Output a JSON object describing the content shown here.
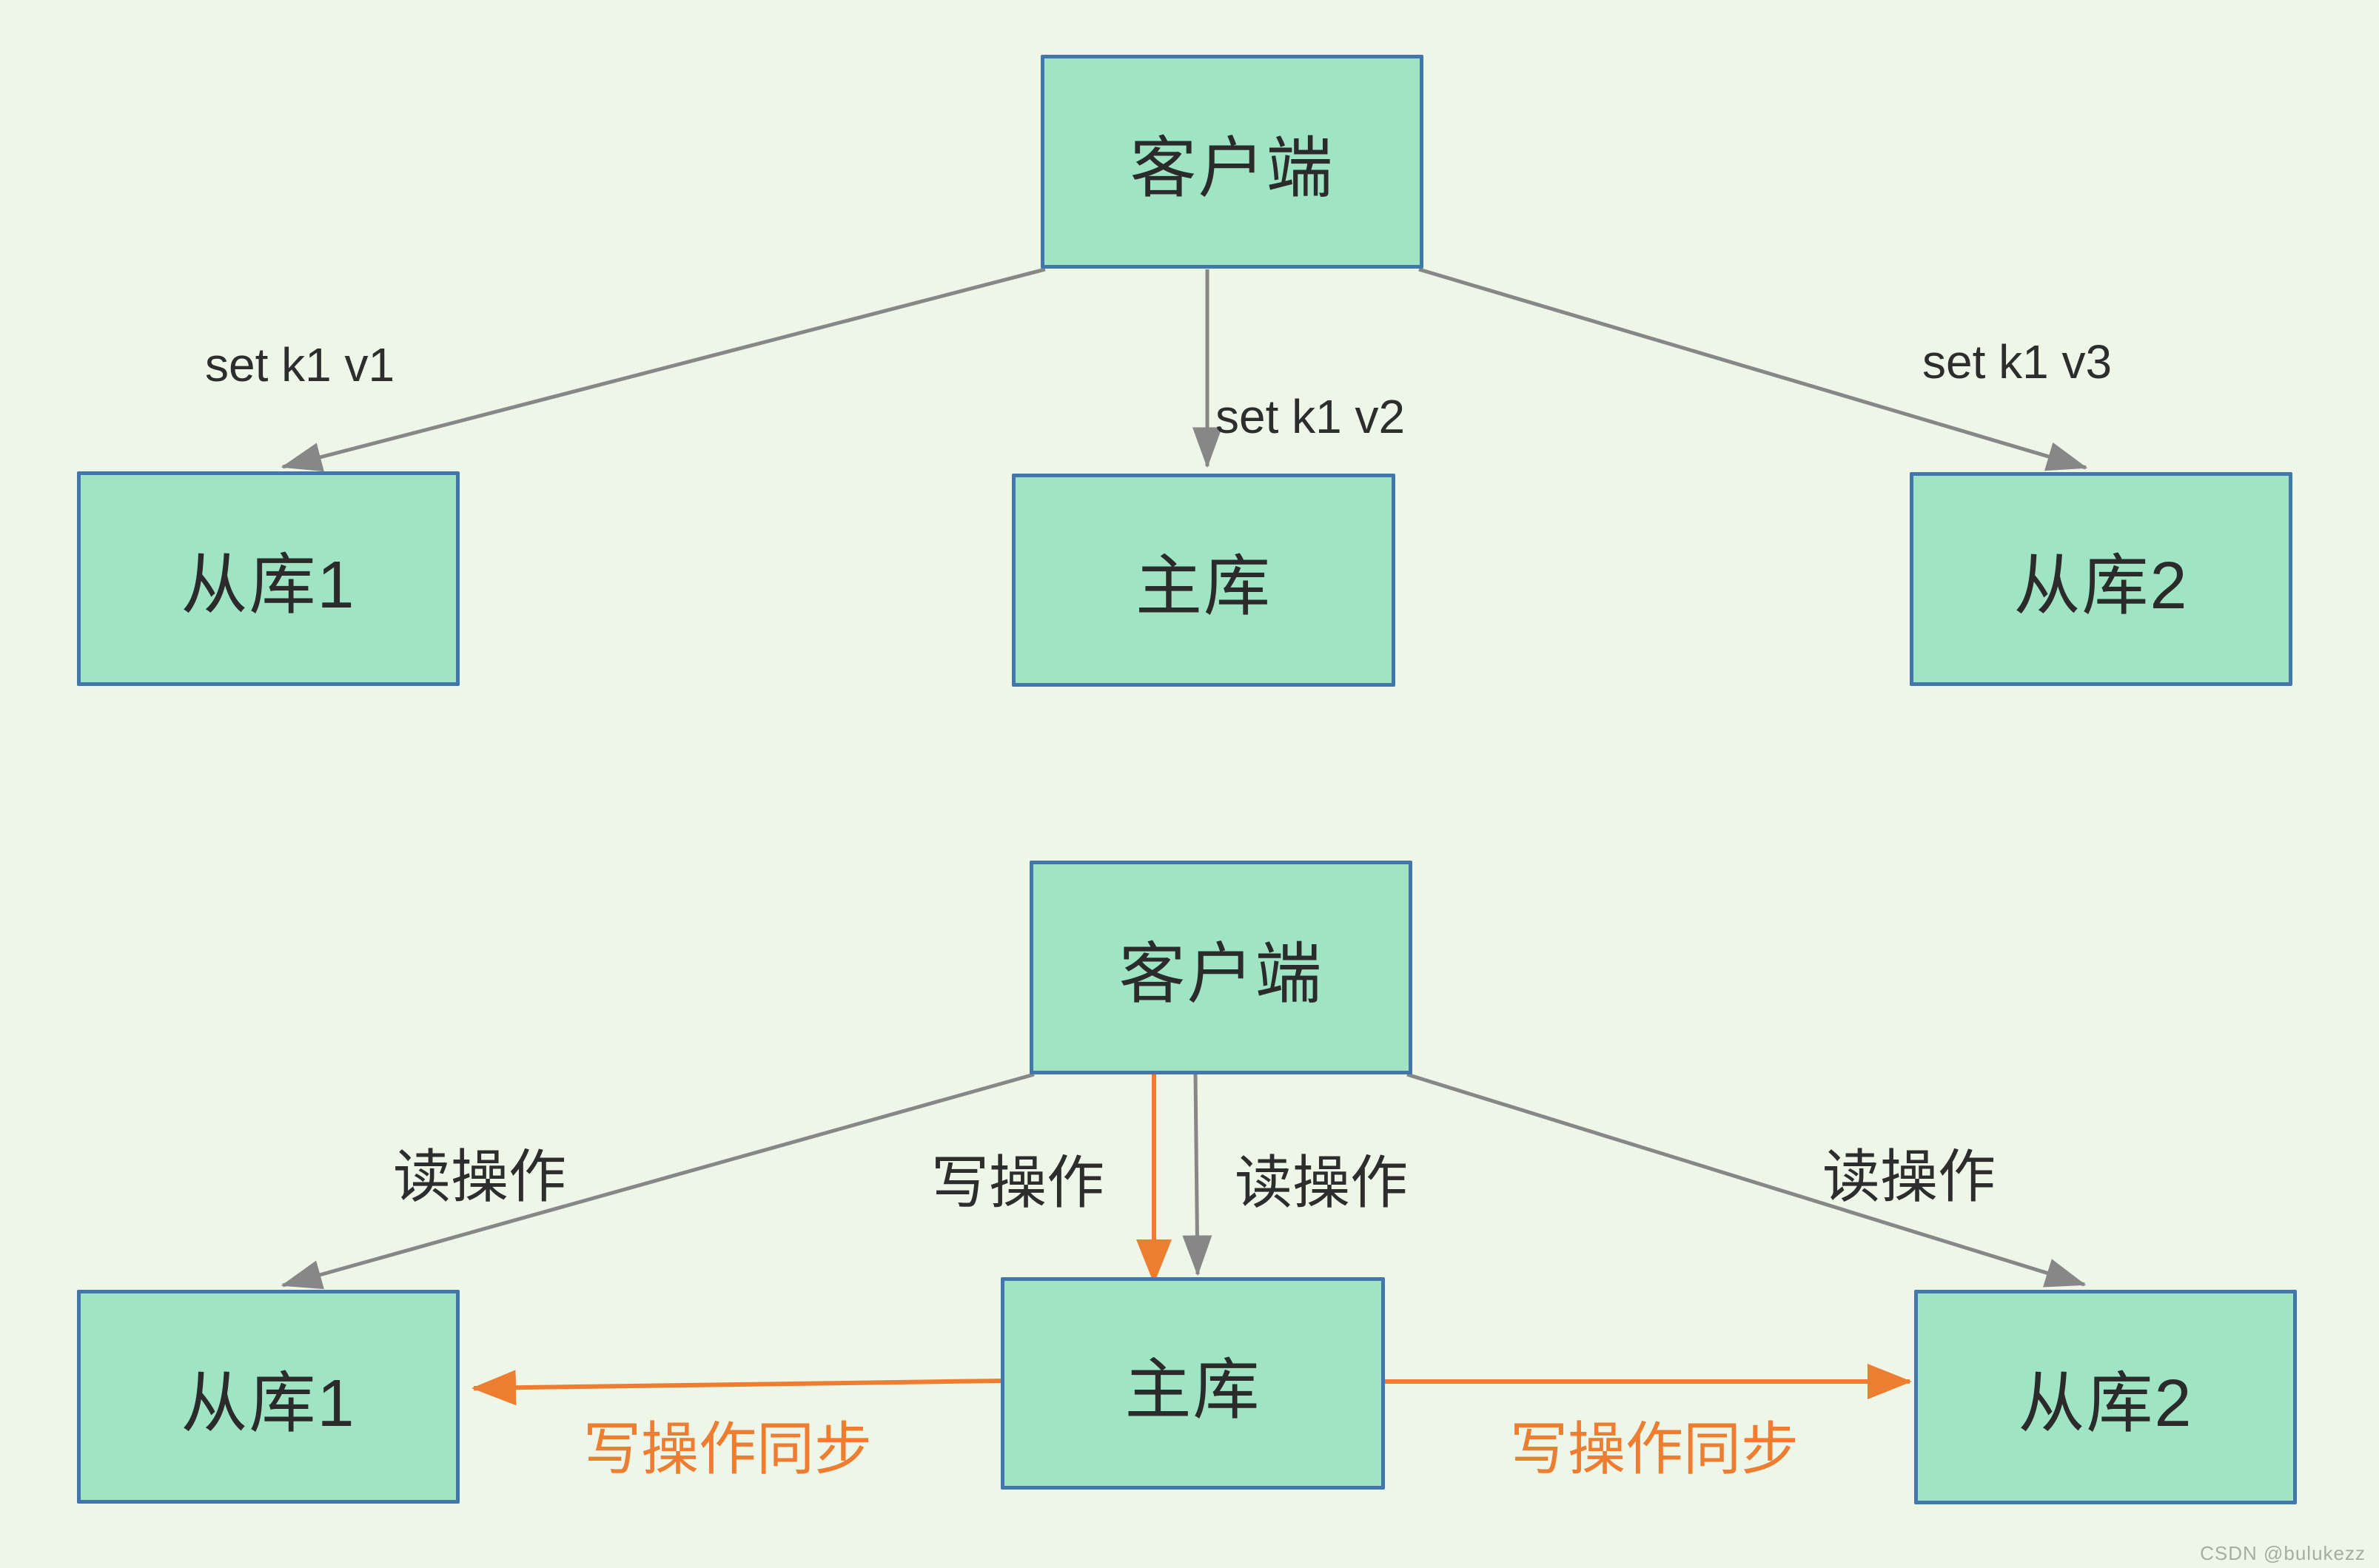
{
  "top_diagram": {
    "client": "客户端",
    "slave1": "从库1",
    "master": "主库",
    "slave2": "从库2",
    "edge_to_slave1": "set k1 v1",
    "edge_to_master": "set k1 v2",
    "edge_to_slave2": "set k1 v3"
  },
  "bottom_diagram": {
    "client": "客户端",
    "slave1": "从库1",
    "master": "主库",
    "slave2": "从库2",
    "edge_read_left": "读操作",
    "edge_write": "写操作",
    "edge_read_middle": "读操作",
    "edge_read_right": "读操作",
    "edge_sync_left": "写操作同步",
    "edge_sync_right": "写操作同步"
  },
  "watermark": "CSDN @bulukezz",
  "colors": {
    "background": "#eef6e7",
    "node_fill": "#9fe4c3",
    "node_border": "#4377ab",
    "arrow_gray": "#878787",
    "arrow_orange": "#ed7d31",
    "label_text": "#2d2d2d",
    "sync_label_text": "#ed7d31",
    "watermark_text": "#a7ada3"
  }
}
